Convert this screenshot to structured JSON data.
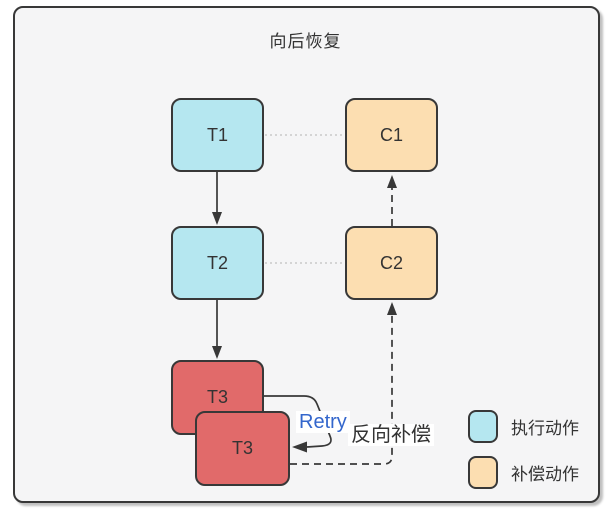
{
  "diagram": {
    "title": "向后恢复",
    "nodes": [
      {
        "id": "t1",
        "label": "T1",
        "type": "execute"
      },
      {
        "id": "c1",
        "label": "C1",
        "type": "compensate"
      },
      {
        "id": "t2",
        "label": "T2",
        "type": "execute"
      },
      {
        "id": "c2",
        "label": "C2",
        "type": "compensate"
      },
      {
        "id": "t3-failed",
        "label": "T3",
        "type": "failed"
      },
      {
        "id": "t3-retry",
        "label": "T3",
        "type": "failed"
      }
    ],
    "edges": [
      {
        "from": "T1",
        "to": "T2",
        "style": "solid-arrow"
      },
      {
        "from": "T2",
        "to": "T3",
        "style": "solid-arrow"
      },
      {
        "from": "T1",
        "to": "C1",
        "style": "dotted-link"
      },
      {
        "from": "T2",
        "to": "C2",
        "style": "dotted-link"
      },
      {
        "from": "T3",
        "to": "C2",
        "style": "dashed-arrow"
      },
      {
        "from": "C2",
        "to": "C1",
        "style": "dashed-arrow"
      },
      {
        "from": "T3",
        "to": "T3",
        "style": "retry-loop"
      }
    ],
    "edge_labels": {
      "retry": "Retry",
      "reverse": "反向补偿"
    },
    "legend": [
      {
        "label": "执行动作",
        "type": "execute"
      },
      {
        "label": "补偿动作",
        "type": "compensate"
      }
    ],
    "colors": {
      "execute": "#b5e7f0",
      "compensate": "#fcdeb1",
      "failed": "#e16a6a",
      "stroke": "#383838",
      "canvas": "#f5f5f6",
      "retry_blue": "#3366cc",
      "dotted": "#c9c9c9"
    }
  }
}
